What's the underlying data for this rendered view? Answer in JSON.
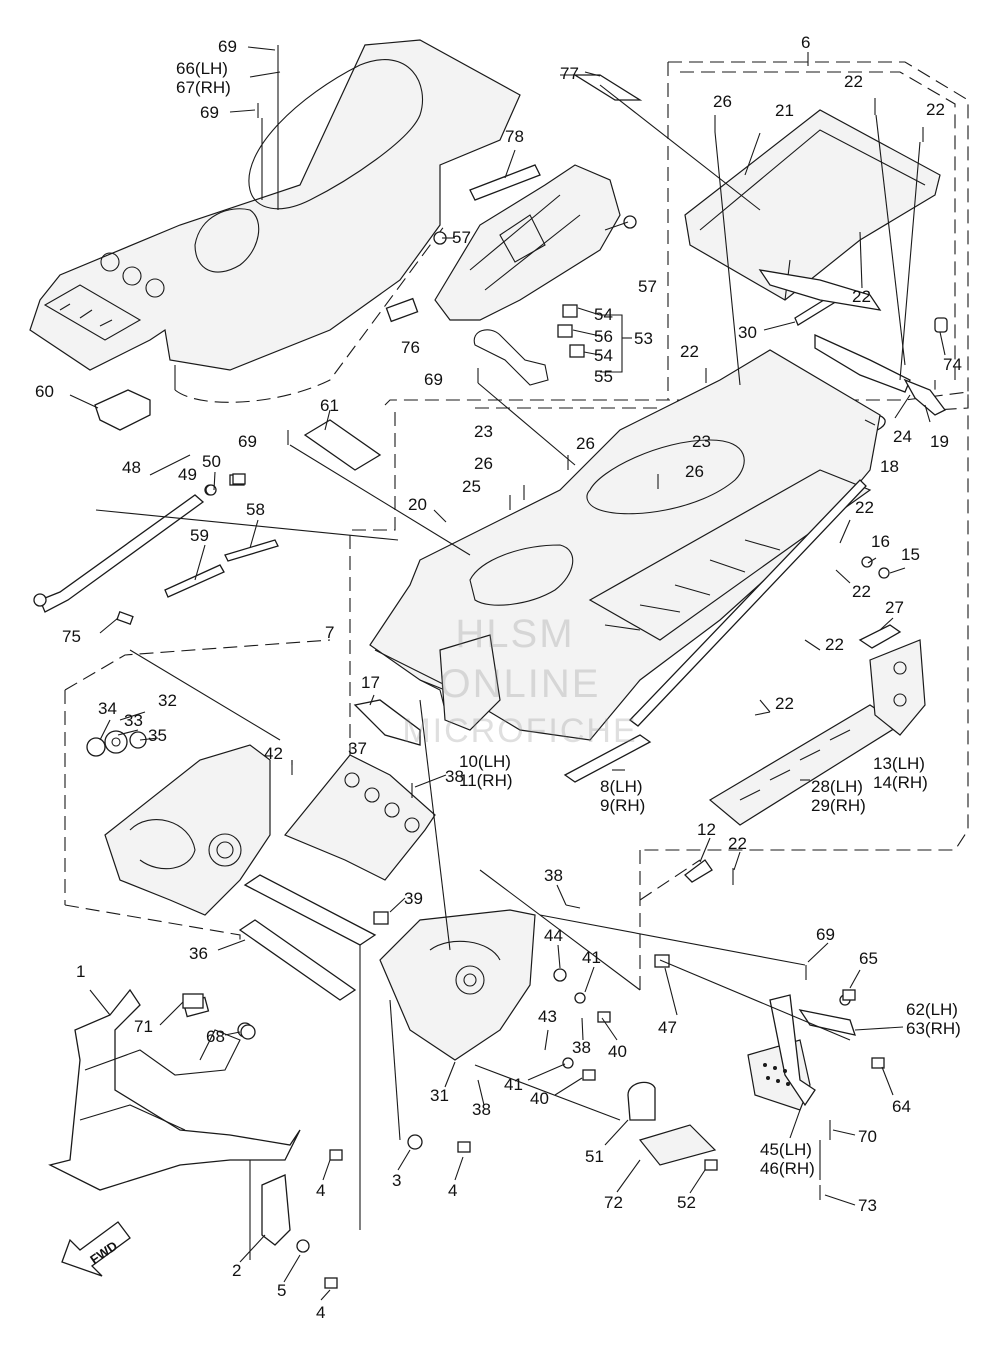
{
  "diagram": {
    "watermark": [
      "HLSM",
      "ONLINE",
      "MICROFICHE"
    ],
    "fwd_label": "FWD",
    "callouts": [
      {
        "id": "c69a",
        "text": "69"
      },
      {
        "id": "c66",
        "text": "66(LH)"
      },
      {
        "id": "c67",
        "text": "67(RH)"
      },
      {
        "id": "c69b",
        "text": "69"
      },
      {
        "id": "c77",
        "text": "77"
      },
      {
        "id": "c6",
        "text": "6"
      },
      {
        "id": "c26a",
        "text": "26"
      },
      {
        "id": "c21",
        "text": "21"
      },
      {
        "id": "c22a",
        "text": "22"
      },
      {
        "id": "c22b",
        "text": "22"
      },
      {
        "id": "c78",
        "text": "78"
      },
      {
        "id": "c57a",
        "text": "57"
      },
      {
        "id": "c57b",
        "text": "57"
      },
      {
        "id": "c54a",
        "text": "54"
      },
      {
        "id": "c56",
        "text": "56"
      },
      {
        "id": "c53",
        "text": "53"
      },
      {
        "id": "c54b",
        "text": "54"
      },
      {
        "id": "c55",
        "text": "55"
      },
      {
        "id": "c76",
        "text": "76"
      },
      {
        "id": "c22c",
        "text": "22"
      },
      {
        "id": "c30",
        "text": "30"
      },
      {
        "id": "c74",
        "text": "74"
      },
      {
        "id": "c60",
        "text": "60"
      },
      {
        "id": "c69c",
        "text": "69"
      },
      {
        "id": "c22d",
        "text": "22"
      },
      {
        "id": "c24",
        "text": "24"
      },
      {
        "id": "c19",
        "text": "19"
      },
      {
        "id": "c18",
        "text": "18"
      },
      {
        "id": "c61",
        "text": "61"
      },
      {
        "id": "c69d",
        "text": "69"
      },
      {
        "id": "c23a",
        "text": "23"
      },
      {
        "id": "c26b",
        "text": "26"
      },
      {
        "id": "c23b",
        "text": "23"
      },
      {
        "id": "c26c",
        "text": "26"
      },
      {
        "id": "c26d",
        "text": "26"
      },
      {
        "id": "c48",
        "text": "48"
      },
      {
        "id": "c50",
        "text": "50"
      },
      {
        "id": "c49",
        "text": "49"
      },
      {
        "id": "c25",
        "text": "25"
      },
      {
        "id": "c20",
        "text": "20"
      },
      {
        "id": "c22e",
        "text": "22"
      },
      {
        "id": "c16",
        "text": "16"
      },
      {
        "id": "c15",
        "text": "15"
      },
      {
        "id": "c22f",
        "text": "22"
      },
      {
        "id": "c58",
        "text": "58"
      },
      {
        "id": "c59",
        "text": "59"
      },
      {
        "id": "c27",
        "text": "27"
      },
      {
        "id": "c75",
        "text": "75"
      },
      {
        "id": "c7",
        "text": "7"
      },
      {
        "id": "c22g",
        "text": "22"
      },
      {
        "id": "c17",
        "text": "17"
      },
      {
        "id": "c32",
        "text": "32"
      },
      {
        "id": "c34",
        "text": "34"
      },
      {
        "id": "c33",
        "text": "33"
      },
      {
        "id": "c35",
        "text": "35"
      },
      {
        "id": "c22h",
        "text": "22"
      },
      {
        "id": "c10",
        "text": "10(LH)"
      },
      {
        "id": "c11",
        "text": "11(RH)"
      },
      {
        "id": "c13",
        "text": "13(LH)"
      },
      {
        "id": "c14",
        "text": "14(RH)"
      },
      {
        "id": "c42",
        "text": "42"
      },
      {
        "id": "c37",
        "text": "37"
      },
      {
        "id": "c38a",
        "text": "38"
      },
      {
        "id": "c8",
        "text": "8(LH)"
      },
      {
        "id": "c9",
        "text": "9(RH)"
      },
      {
        "id": "c28",
        "text": "28(LH)"
      },
      {
        "id": "c29",
        "text": "29(RH)"
      },
      {
        "id": "c12",
        "text": "12"
      },
      {
        "id": "c22i",
        "text": "22"
      },
      {
        "id": "c38b",
        "text": "38"
      },
      {
        "id": "c39",
        "text": "39"
      },
      {
        "id": "c36",
        "text": "36"
      },
      {
        "id": "c44",
        "text": "44"
      },
      {
        "id": "c41a",
        "text": "41"
      },
      {
        "id": "c69e",
        "text": "69"
      },
      {
        "id": "c65",
        "text": "65"
      },
      {
        "id": "c1",
        "text": "1"
      },
      {
        "id": "c47",
        "text": "47"
      },
      {
        "id": "c62",
        "text": "62(LH)"
      },
      {
        "id": "c63",
        "text": "63(RH)"
      },
      {
        "id": "c71",
        "text": "71"
      },
      {
        "id": "c68",
        "text": "68"
      },
      {
        "id": "c43",
        "text": "43"
      },
      {
        "id": "c38c",
        "text": "38"
      },
      {
        "id": "c40a",
        "text": "40"
      },
      {
        "id": "c41b",
        "text": "41"
      },
      {
        "id": "c40b",
        "text": "40"
      },
      {
        "id": "c31",
        "text": "31"
      },
      {
        "id": "c38d",
        "text": "38"
      },
      {
        "id": "c64",
        "text": "64"
      },
      {
        "id": "c70",
        "text": "70"
      },
      {
        "id": "c45",
        "text": "45(LH)"
      },
      {
        "id": "c46",
        "text": "46(RH)"
      },
      {
        "id": "c51",
        "text": "51"
      },
      {
        "id": "c3",
        "text": "3"
      },
      {
        "id": "c4a",
        "text": "4"
      },
      {
        "id": "c4b",
        "text": "4"
      },
      {
        "id": "c72",
        "text": "72"
      },
      {
        "id": "c52",
        "text": "52"
      },
      {
        "id": "c73",
        "text": "73"
      },
      {
        "id": "c2",
        "text": "2"
      },
      {
        "id": "c5",
        "text": "5"
      },
      {
        "id": "c4c",
        "text": "4"
      }
    ]
  }
}
